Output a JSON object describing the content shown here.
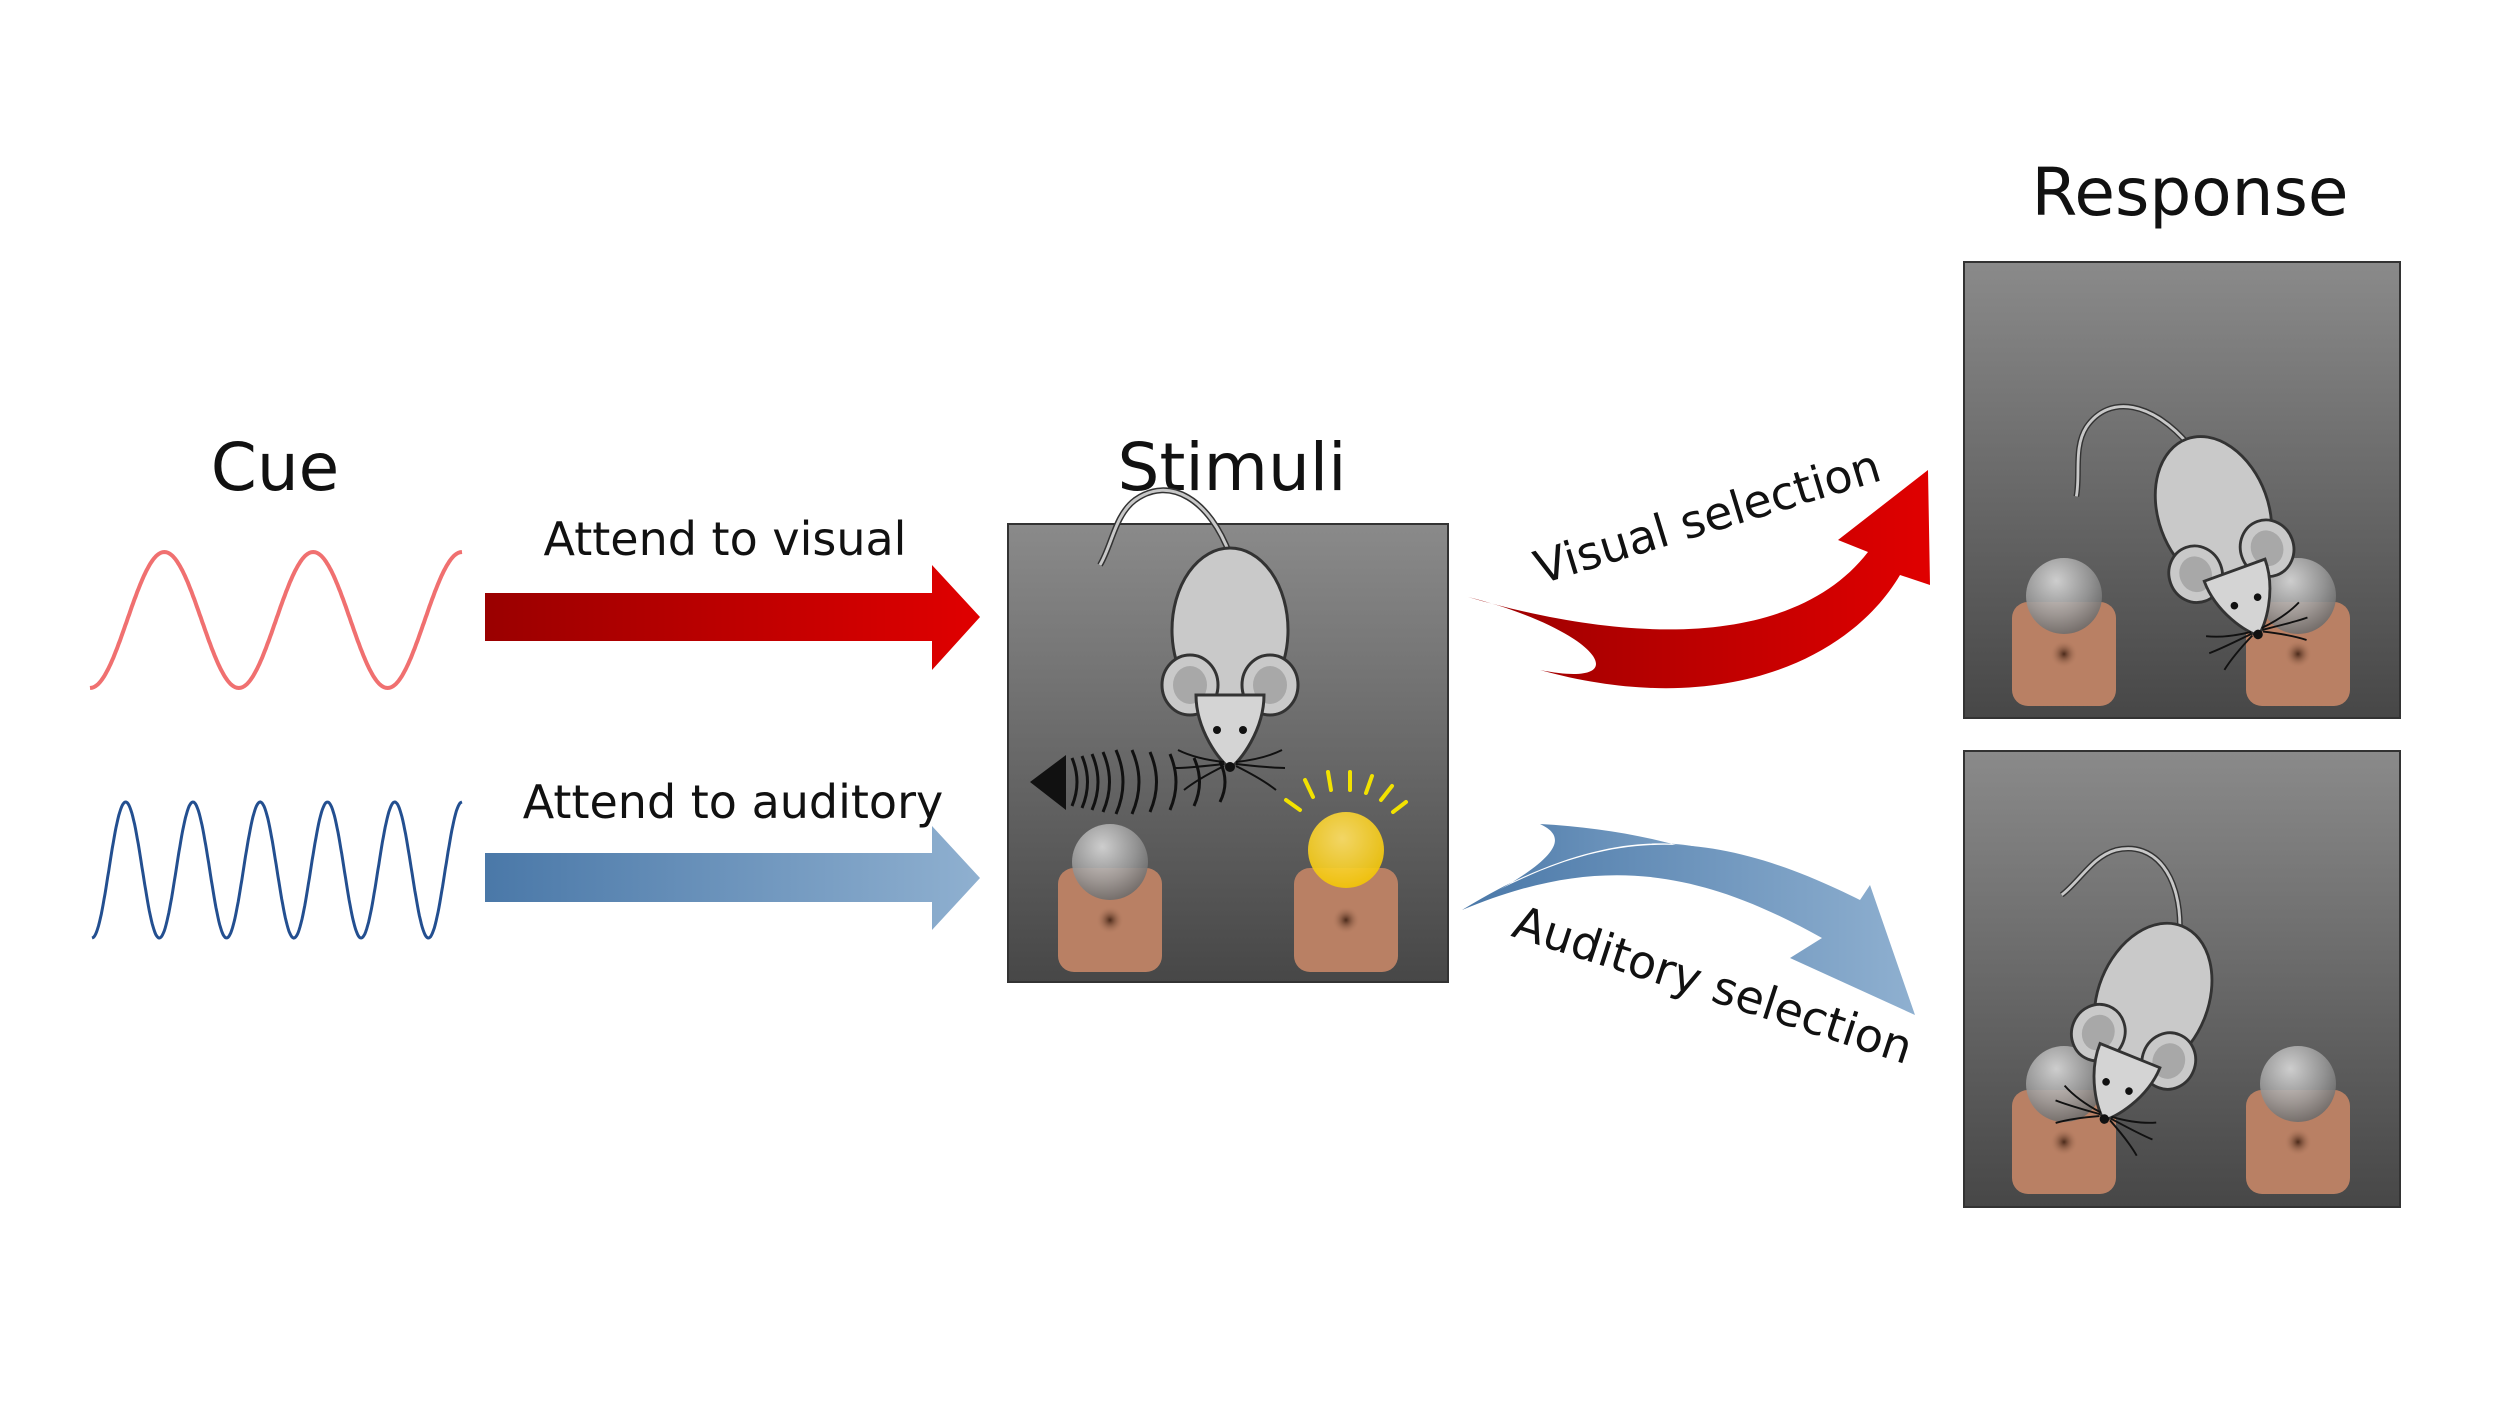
{
  "headings": {
    "cue": "Cue",
    "stimuli": "Stimuli",
    "response": "Response"
  },
  "arrow_labels": {
    "attend_visual": "Attend to visual",
    "attend_auditory": "Attend to auditory",
    "visual_selection": "Visual selection",
    "auditory_selection": "Auditory selection"
  },
  "colors": {
    "visual": "#e00000",
    "visual_dark": "#9a0000",
    "auditory": "#4a78a8",
    "auditory_light": "#8fb0d0",
    "visual_wave": "#f07070",
    "auditory_wave": "#234f90",
    "panel_top": "#8a8a8a",
    "panel_bottom": "#474747",
    "port": "#b98064",
    "light_on": "#f2c400"
  }
}
